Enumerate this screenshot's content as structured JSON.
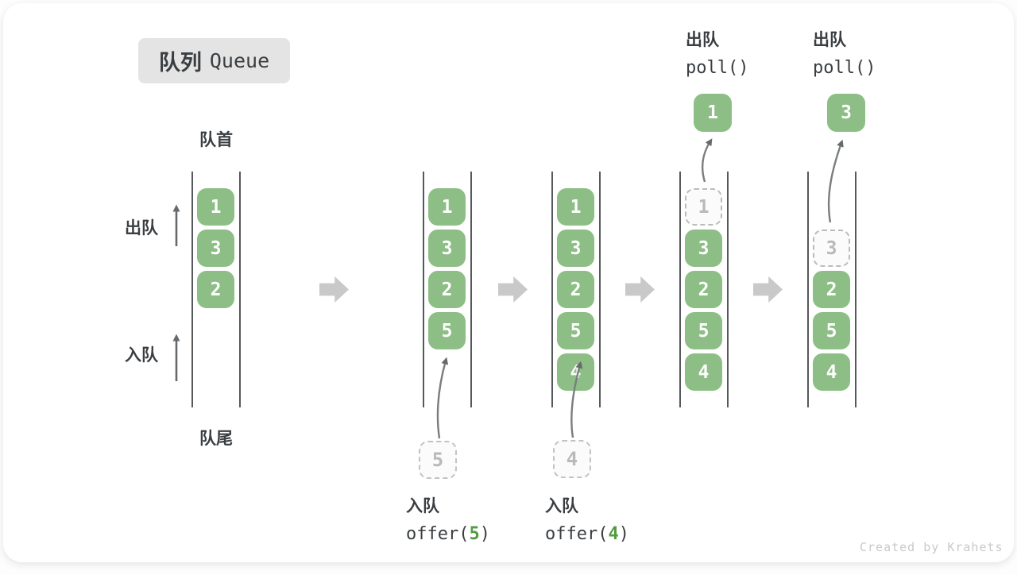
{
  "title": {
    "zh": "队列",
    "en": "Queue"
  },
  "labels": {
    "front": "队首",
    "rear": "队尾",
    "dequeue": "出队",
    "enqueue": "入队"
  },
  "states": [
    {
      "name": "initial",
      "solid": [
        "1",
        "3",
        "2"
      ]
    },
    {
      "name": "after-offer-5",
      "solid": [
        "1",
        "3",
        "2",
        "5"
      ],
      "incoming": "5",
      "op": {
        "label": "入队",
        "fn": "offer(",
        "arg": "5",
        "close": ")"
      }
    },
    {
      "name": "after-offer-4",
      "solid": [
        "1",
        "3",
        "2",
        "5",
        "4"
      ],
      "incoming": "4",
      "op": {
        "label": "入队",
        "fn": "offer(",
        "arg": "4",
        "close": ")"
      }
    },
    {
      "name": "after-poll-1",
      "solid": [
        "3",
        "2",
        "5",
        "4"
      ],
      "removed": "1",
      "polled": "1",
      "op": {
        "label": "出队",
        "code": "poll()"
      }
    },
    {
      "name": "after-poll-3",
      "solid": [
        "2",
        "5",
        "4"
      ],
      "removed": "3",
      "polled": "3",
      "op": {
        "label": "出队",
        "code": "poll()"
      }
    }
  ],
  "watermark": "Created by Krahets",
  "colors": {
    "cell_green": "#8dbe85",
    "code_arg_green": "#539b43",
    "dashed_border": "#bbbbbb",
    "dashed_text": "#b9b9b9",
    "rail": "#56595b",
    "block_arrow": "#c9c9c9",
    "text": "#3a3e41",
    "title_bg": "#e4e4e4",
    "watermark": "#c9c9c9"
  }
}
